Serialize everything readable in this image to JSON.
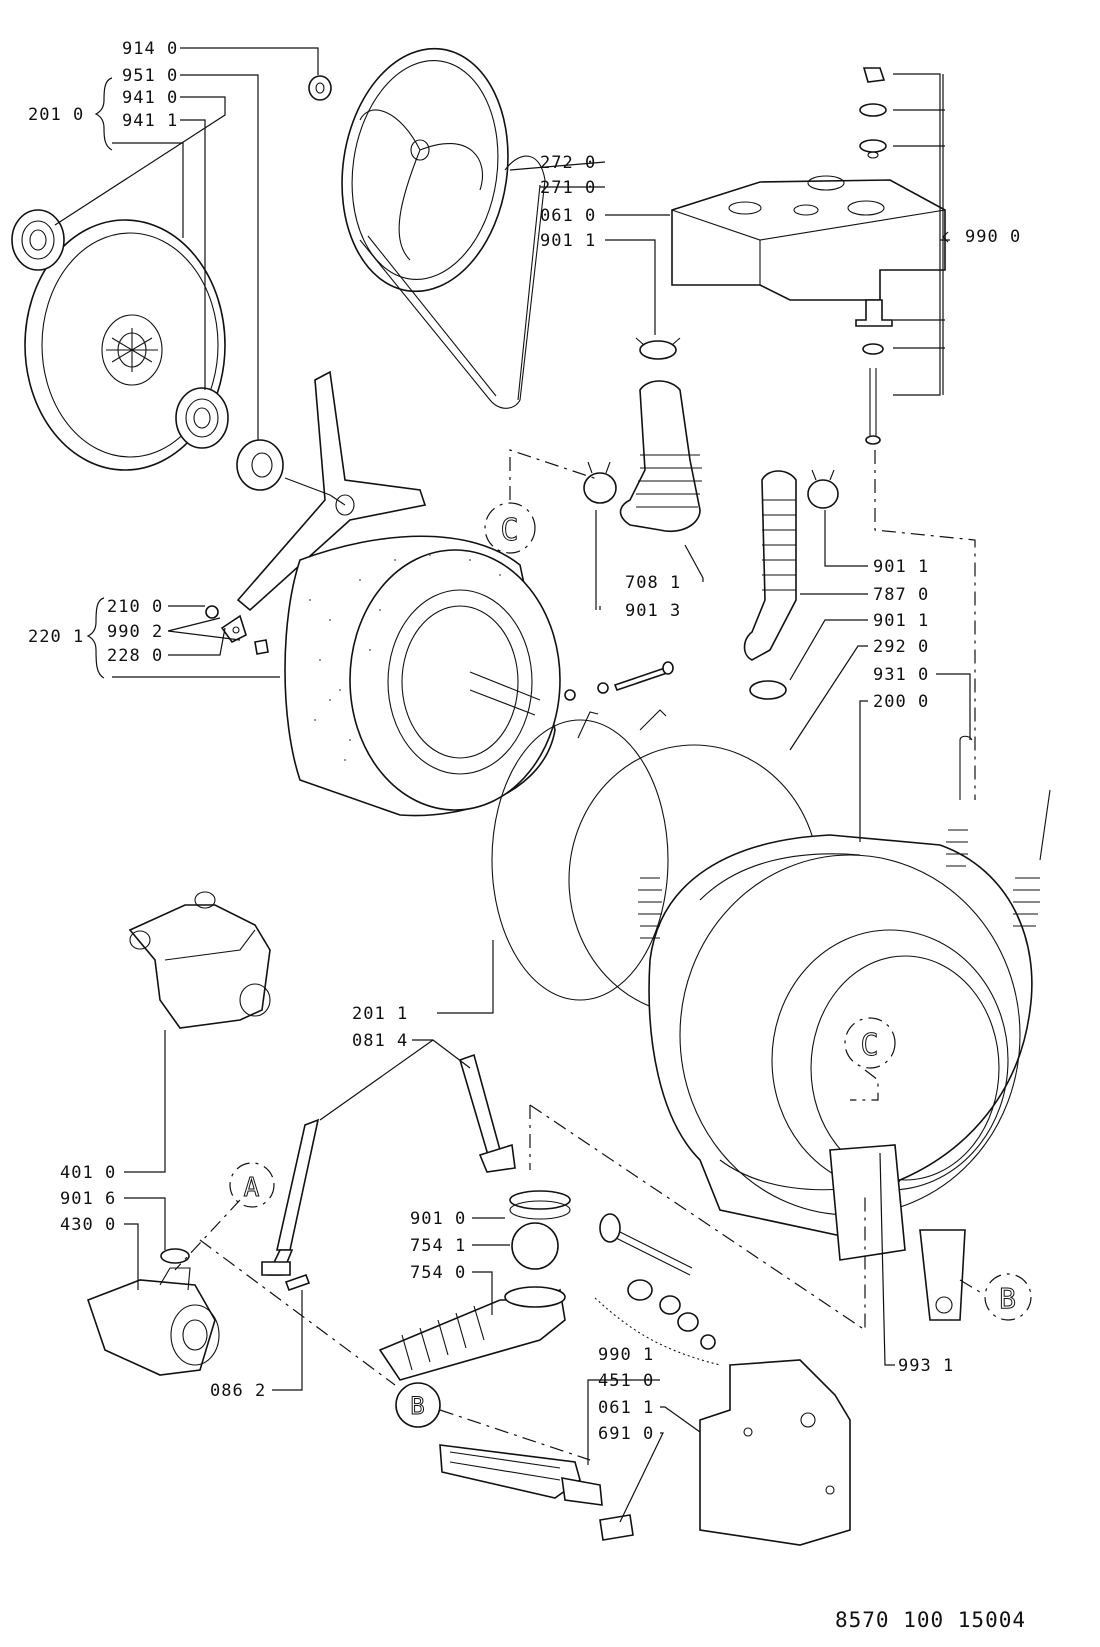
{
  "labels": {
    "l914_0": "914 0",
    "l951_0": "951 0",
    "l941_0": "941 0",
    "l941_1": "941 1",
    "l201_0": "201 0",
    "l272_0": "272 0",
    "l271_0": "271 0",
    "l061_0": "061 0",
    "l901_1a": "901 1",
    "l990_0": "990 0",
    "l708_1": "708 1",
    "l901_3": "901 3",
    "l901_1b": "901 1",
    "l787_0": "787 0",
    "l901_1c": "901 1",
    "l292_0": "292 0",
    "l931_0": "931 0",
    "l200_0": "200 0",
    "l210_0": "210 0",
    "l990_2": "990 2",
    "l228_0": "228 0",
    "l220_1": "220 1",
    "l201_1": "201 1",
    "l081_4": "081 4",
    "l401_0": "401 0",
    "l901_6": "901 6",
    "l430_0": "430 0",
    "l086_2": "086 2",
    "l901_0": "901 0",
    "l754_1": "754 1",
    "l754_0": "754 0",
    "l990_1": "990 1",
    "l451_0": "451 0",
    "l061_1": "061 1",
    "l691_0": "691 0",
    "l993_1": "993 1"
  },
  "refs": {
    "c_left": "C",
    "c_tub": "C",
    "a": "A",
    "b_right": "B",
    "b_bottom": "B"
  },
  "footer": {
    "code": "8570 100 15004"
  }
}
